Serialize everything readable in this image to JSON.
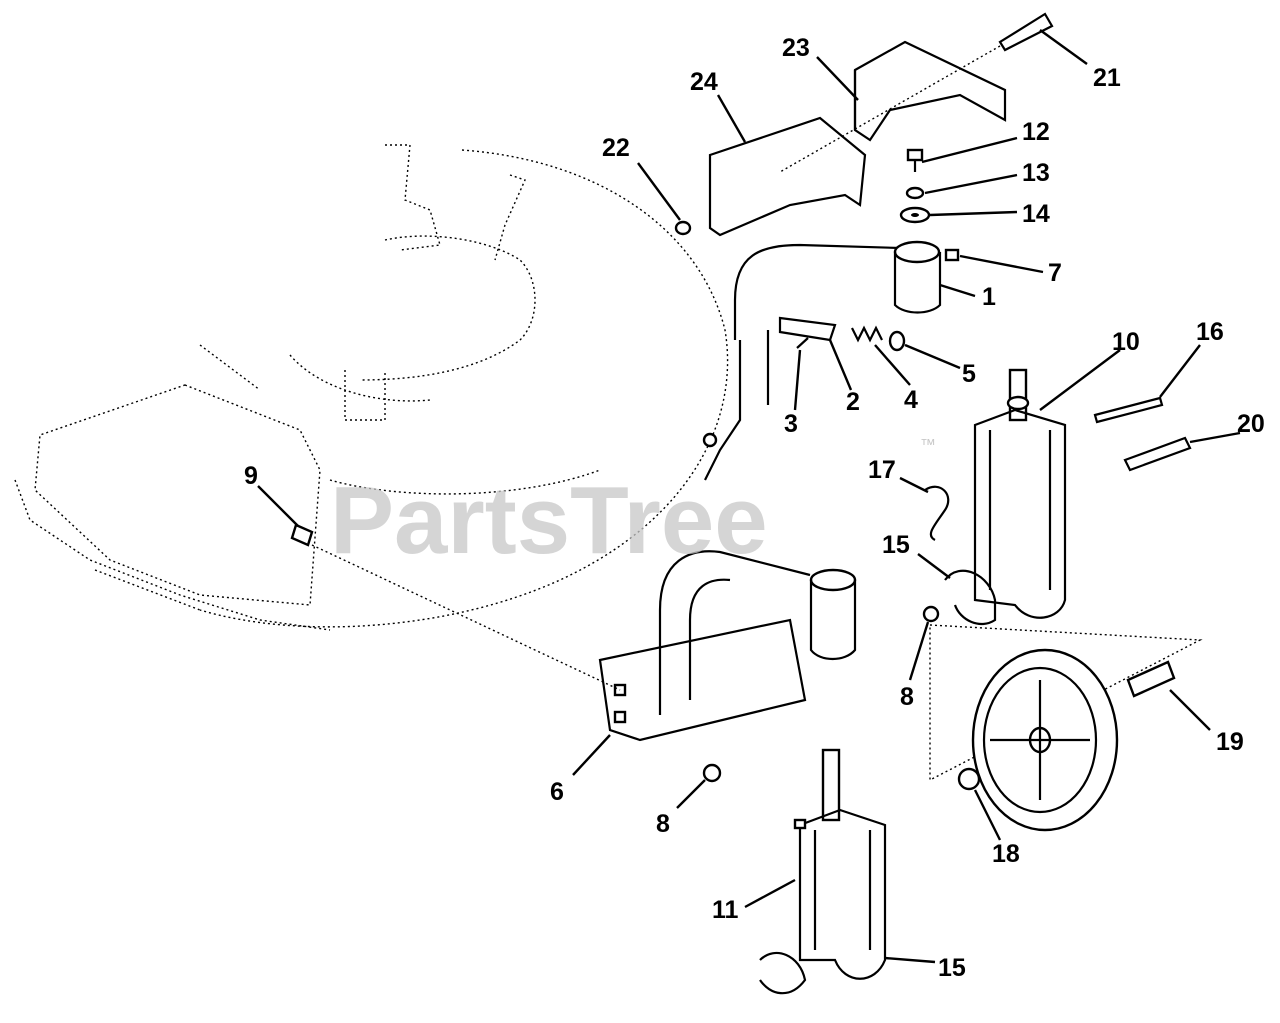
{
  "watermark": {
    "brand": "PartsTree",
    "trademark": "™"
  },
  "callouts": [
    {
      "id": "label-21",
      "text": "21"
    },
    {
      "id": "label-23",
      "text": "23"
    },
    {
      "id": "label-24",
      "text": "24"
    },
    {
      "id": "label-12",
      "text": "12"
    },
    {
      "id": "label-22",
      "text": "22"
    },
    {
      "id": "label-13",
      "text": "13"
    },
    {
      "id": "label-14",
      "text": "14"
    },
    {
      "id": "label-7",
      "text": "7"
    },
    {
      "id": "label-1",
      "text": "1"
    },
    {
      "id": "label-16",
      "text": "16"
    },
    {
      "id": "label-10",
      "text": "10"
    },
    {
      "id": "label-5",
      "text": "5"
    },
    {
      "id": "label-2",
      "text": "2"
    },
    {
      "id": "label-4",
      "text": "4"
    },
    {
      "id": "label-3",
      "text": "3"
    },
    {
      "id": "label-20",
      "text": "20"
    },
    {
      "id": "label-17",
      "text": "17"
    },
    {
      "id": "label-9",
      "text": "9"
    },
    {
      "id": "label-15a",
      "text": "15"
    },
    {
      "id": "label-8a",
      "text": "8"
    },
    {
      "id": "label-19",
      "text": "19"
    },
    {
      "id": "label-6",
      "text": "6"
    },
    {
      "id": "label-8b",
      "text": "8"
    },
    {
      "id": "label-18",
      "text": "18"
    },
    {
      "id": "label-11",
      "text": "11"
    },
    {
      "id": "label-15b",
      "text": "15"
    }
  ]
}
